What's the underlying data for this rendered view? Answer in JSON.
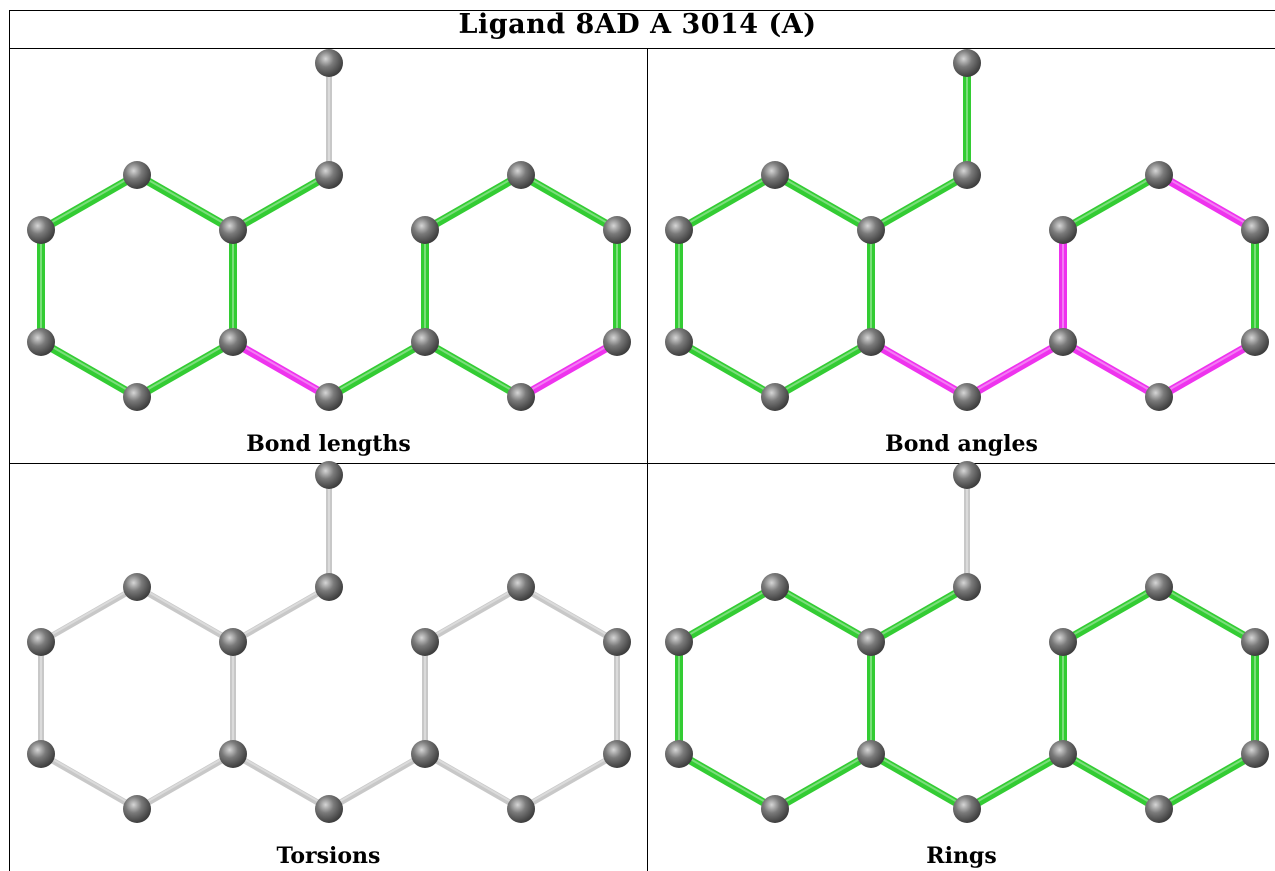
{
  "title": "Ligand 8AD A 3014 (A)",
  "colors": {
    "ok_bond": "#33cc33",
    "outlier_bond": "#ee33ee",
    "neutral_bond": "#c8c8c8",
    "atom": "#7a7a7a"
  },
  "panels": [
    {
      "caption": "Bond lengths",
      "bonds": [
        "ok",
        "ok",
        "ok",
        "ok",
        "ok",
        "outlier",
        "ok",
        "ok",
        "ok",
        "ok",
        "ok",
        "outlier",
        "ok",
        "ok",
        "ok",
        "neutral"
      ]
    },
    {
      "caption": "Bond angles",
      "bonds": [
        "ok",
        "ok",
        "ok",
        "ok",
        "ok",
        "outlier",
        "outlier",
        "outlier",
        "ok",
        "outlier",
        "ok",
        "outlier",
        "outlier",
        "ok",
        "ok",
        "ok"
      ]
    },
    {
      "caption": "Torsions",
      "bonds": [
        "neutral",
        "neutral",
        "neutral",
        "neutral",
        "neutral",
        "neutral",
        "neutral",
        "neutral",
        "neutral",
        "neutral",
        "neutral",
        "neutral",
        "neutral",
        "neutral",
        "neutral",
        "neutral"
      ]
    },
    {
      "caption": "Rings",
      "bonds": [
        "ok",
        "ok",
        "ok",
        "ok",
        "ok",
        "ok",
        "ok",
        "ok",
        "ok",
        "ok",
        "ok",
        "ok",
        "ok",
        "ok",
        "ok",
        "neutral"
      ]
    }
  ]
}
